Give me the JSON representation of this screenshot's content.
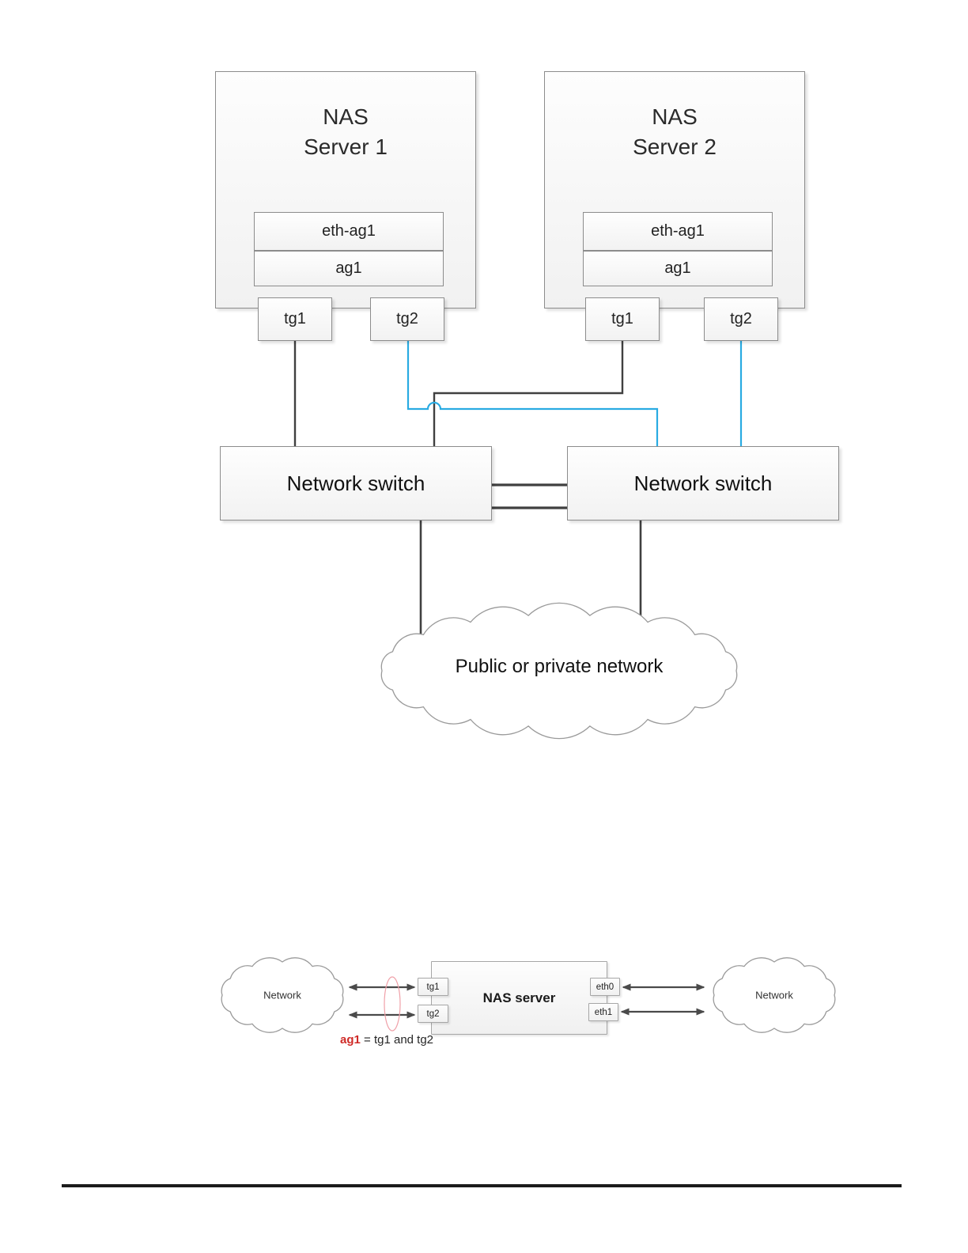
{
  "top_diagram": {
    "servers": [
      {
        "title_line1": "NAS",
        "title_line2": "Server 1",
        "eth_ag": "eth-ag1",
        "ag": "ag1",
        "ports": [
          "tg1",
          "tg2"
        ]
      },
      {
        "title_line1": "NAS",
        "title_line2": "Server 2",
        "eth_ag": "eth-ag1",
        "ag": "ag1",
        "ports": [
          "tg1",
          "tg2"
        ]
      }
    ],
    "switches": [
      {
        "label": "Network switch"
      },
      {
        "label": "Network switch"
      }
    ],
    "cloud_label": "Public or private network"
  },
  "bottom_diagram": {
    "left_cloud_label": "Network",
    "right_cloud_label": "Network",
    "server_label": "NAS server",
    "left_ports": [
      "tg1",
      "tg2"
    ],
    "right_ports": [
      "eth0",
      "eth1"
    ],
    "caption_highlight": "ag1",
    "caption_rest": " = tg1 and tg2"
  },
  "colors": {
    "line_dark": "#404040",
    "line_blue": "#29abe2",
    "ellipse_red": "#f0a0a8",
    "caption_red": "#cf2a27"
  }
}
